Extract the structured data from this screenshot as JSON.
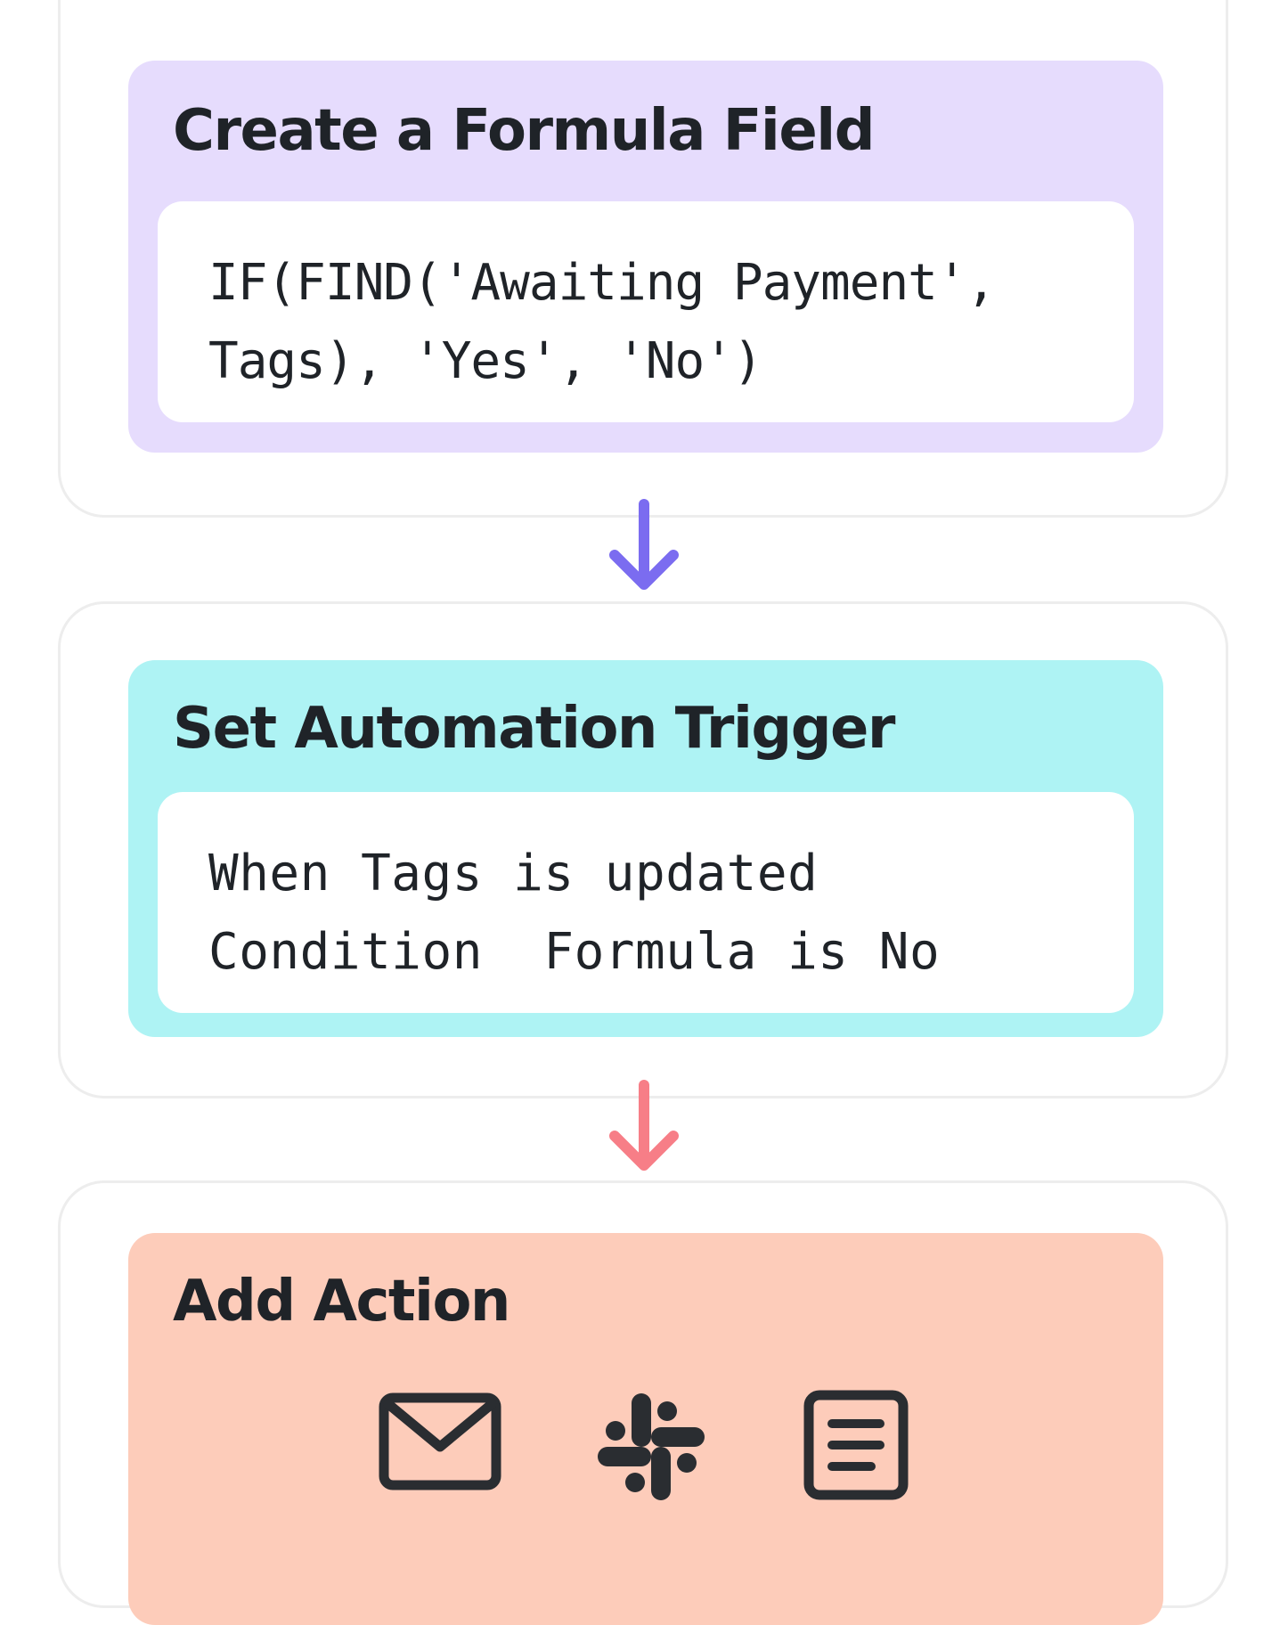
{
  "steps": [
    {
      "title": "Create a Formula Field",
      "color": "#e6dcfd",
      "lines": [
        "IF(FIND('Awaiting Payment',",
        "Tags), 'Yes', 'No')"
      ]
    },
    {
      "title": "Set Automation Trigger",
      "color": "#aef3f4",
      "lines": [
        "When Tags is updated",
        "Condition  Formula is No"
      ]
    },
    {
      "title": "Add Action",
      "color": "#fdccba",
      "icons": [
        "mail-icon",
        "slack-icon",
        "document-icon"
      ]
    }
  ],
  "arrows": [
    {
      "color": "#7b6cf0"
    },
    {
      "color": "#f77e87"
    }
  ]
}
